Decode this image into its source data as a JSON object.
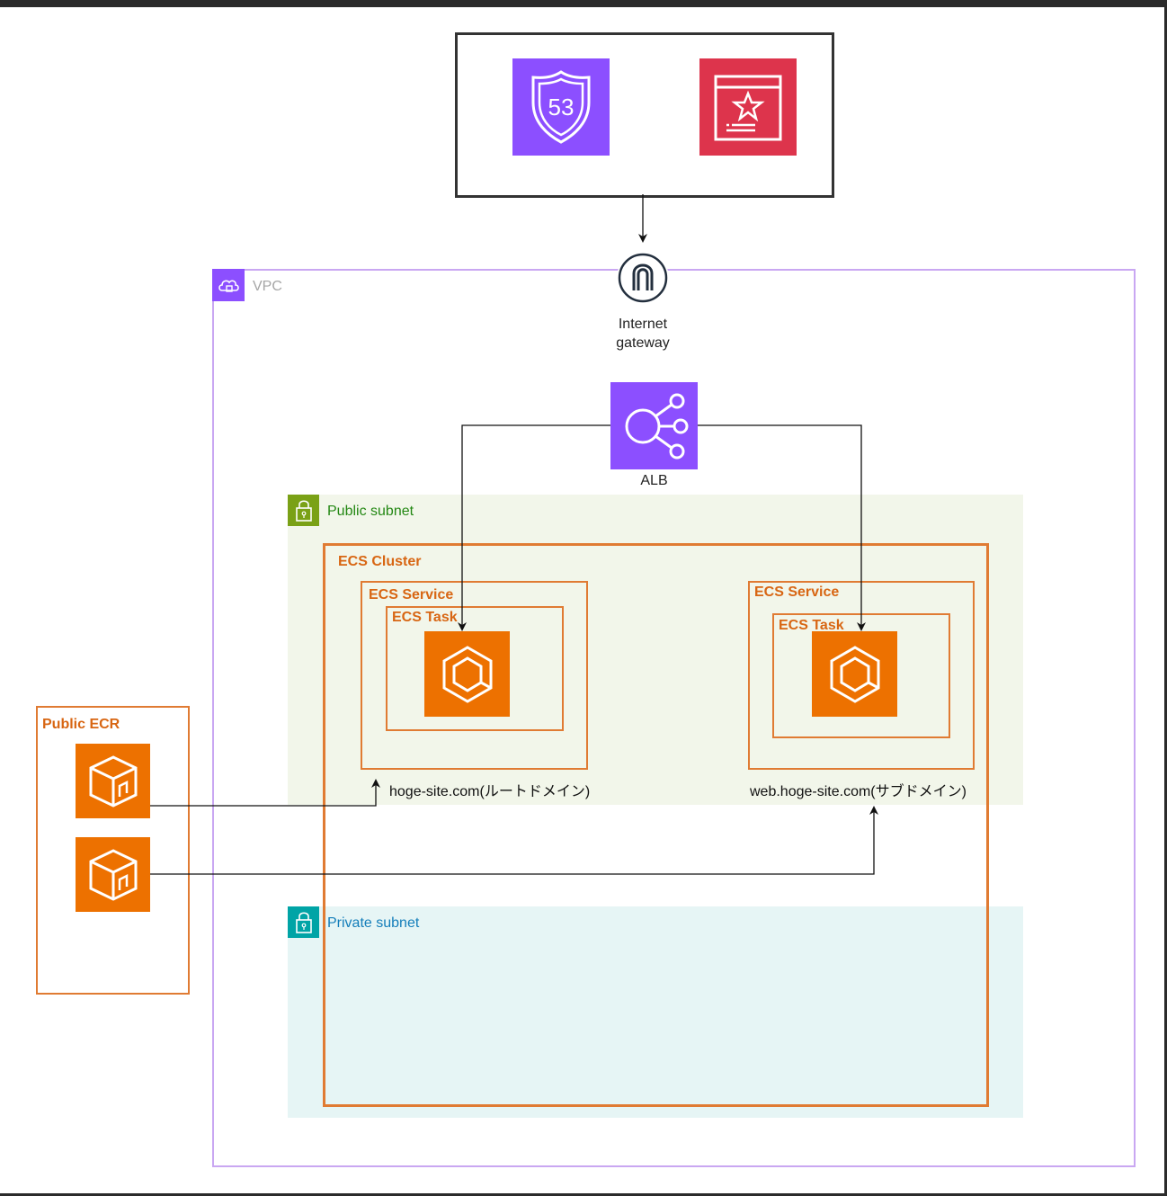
{
  "vpc": {
    "label": "VPC"
  },
  "internet_gateway": {
    "label_line1": "Internet",
    "label_line2": "gateway"
  },
  "alb": {
    "label": "ALB"
  },
  "public_subnet": {
    "label": "Public subnet"
  },
  "private_subnet": {
    "label": "Private subnet"
  },
  "ecs_cluster": {
    "label": "ECS Cluster"
  },
  "services": [
    {
      "service_label": "ECS Service",
      "task_label": "ECS Task",
      "domain": "hoge-site.com(ルートドメイン)"
    },
    {
      "service_label": "ECS Service",
      "task_label": "ECS Task",
      "domain": "web.hoge-site.com(サブドメイン)"
    }
  ],
  "public_ecr": {
    "label": "Public ECR"
  },
  "route53": {
    "badge_text": "53"
  },
  "colors": {
    "vpc": "#8c4fff",
    "ecs_orange": "#ed7100",
    "acm_red": "#dd344c",
    "public_subnet_green": "#7aa116",
    "private_subnet_teal": "#00a4a6"
  },
  "icons": [
    "route53-icon",
    "certificate-manager-icon",
    "internet-gateway-icon",
    "alb-icon",
    "ecs-icon",
    "ecr-repository-icon",
    "vpc-cloud-icon",
    "lock-icon"
  ]
}
